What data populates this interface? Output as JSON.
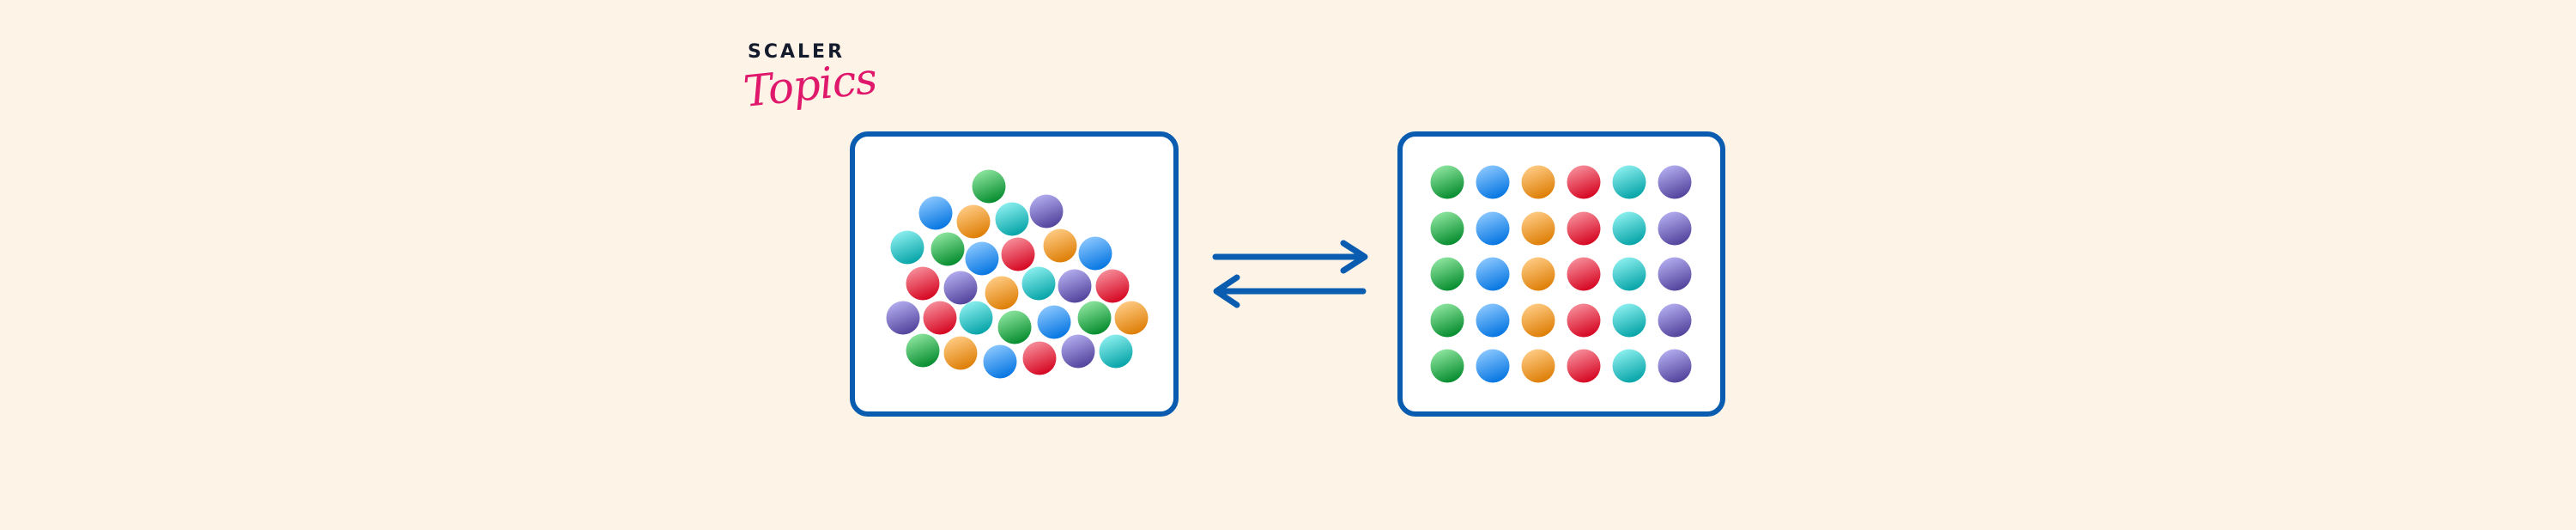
{
  "logo": {
    "brand": "SCALER",
    "subtitle": "Topics"
  },
  "colors": {
    "background": "#fdf3e6",
    "box_border": "#0a5cb0",
    "arrow": "#0a5cb0",
    "logo_dark": "#141b2d",
    "logo_pink": "#e0186c"
  },
  "palette": {
    "green": [
      "#8fe6a0",
      "#00882a"
    ],
    "blue": [
      "#8cc8ff",
      "#0072e0"
    ],
    "orange": [
      "#ffcc85",
      "#dc7a00"
    ],
    "red": [
      "#f7909c",
      "#d4001c"
    ],
    "cyan": [
      "#8ef0f0",
      "#00a0a4"
    ],
    "purple": [
      "#b4aef0",
      "#4e3e98"
    ]
  },
  "disordered_state": {
    "balls": [
      "green",
      "blue",
      "orange",
      "cyan",
      "purple",
      "cyan",
      "green",
      "blue",
      "red",
      "orange",
      "blue",
      "red",
      "purple",
      "orange",
      "cyan",
      "purple",
      "red",
      "purple",
      "red",
      "cyan",
      "green",
      "blue",
      "green",
      "orange",
      "green",
      "orange",
      "blue",
      "red",
      "purple",
      "cyan"
    ]
  },
  "ordered_state": {
    "columns": [
      "green",
      "blue",
      "orange",
      "red",
      "cyan",
      "purple"
    ],
    "rows": 5
  },
  "arrows": [
    "forward",
    "backward"
  ]
}
